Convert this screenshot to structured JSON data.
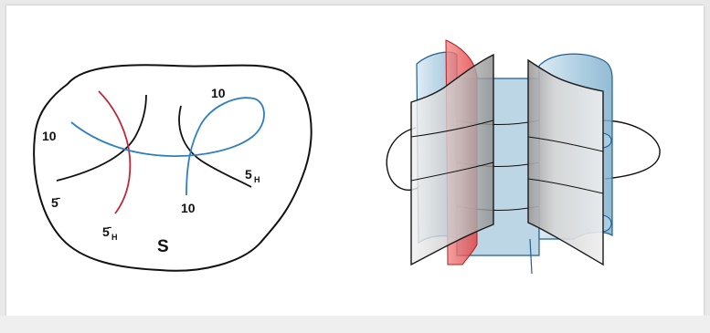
{
  "left_diagram": {
    "labels": {
      "ten_top": "10",
      "ten_left": "10",
      "ten_bottom": "10",
      "five_bar": "5̄",
      "five_bar_h_main": "5̄",
      "five_bar_h_sub": "H",
      "five_h_main": "5",
      "five_h_sub": "H",
      "surface": "S"
    },
    "colors": {
      "outline": "#111111",
      "ten_curve": "#2f7fc0",
      "five_bar_h_curve": "#c0283a",
      "black_curves": "#111111"
    }
  },
  "right_diagram": {
    "colors": {
      "blue_sheet": "#a9cde2",
      "grey_sheet": "#c9c9c9",
      "red_sheet": "#e84a4a",
      "edge": "#1a1a1a",
      "blue_edge": "#1f5f95"
    }
  }
}
